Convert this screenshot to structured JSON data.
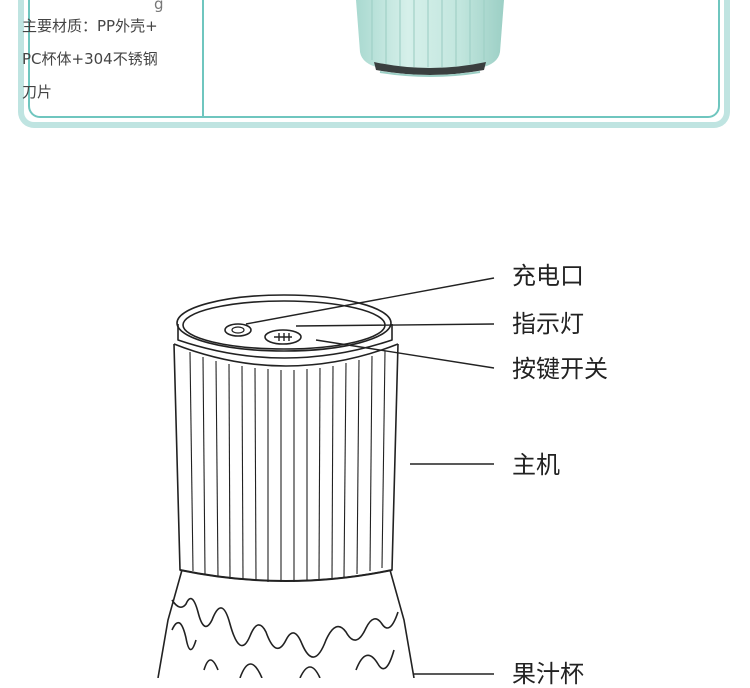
{
  "spec": {
    "partial_line": "g",
    "material_lines": [
      "主要材质：PP外壳+",
      "PC杯体+304不锈钢",
      "刀片"
    ]
  },
  "callouts": {
    "charging_port": "充电口",
    "indicator": "指示灯",
    "switch": "按键开关",
    "main_body": "主机",
    "cup": "果汁杯"
  },
  "colors": {
    "card_border": "#6fc6bf",
    "card_glow": "#bfe4e1",
    "product_green": "#bfe6df"
  }
}
